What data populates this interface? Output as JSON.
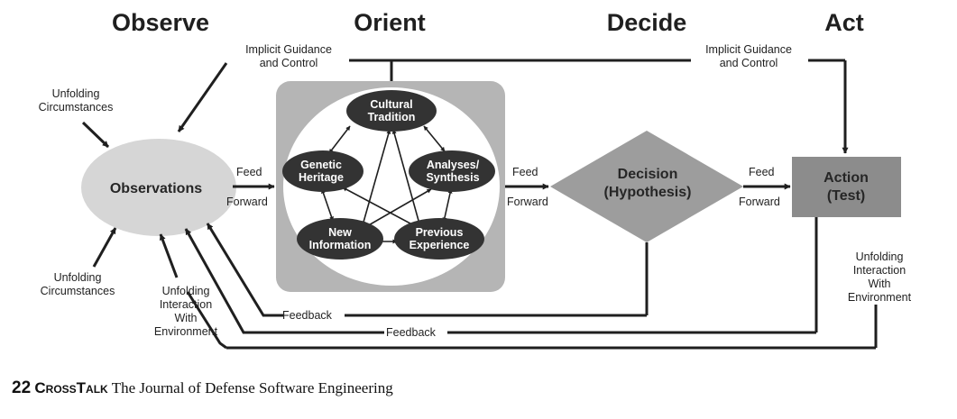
{
  "phases": {
    "observe": "Observe",
    "orient": "Orient",
    "decide": "Decide",
    "act": "Act"
  },
  "labels": {
    "guidance_left": [
      "Implicit Guidance",
      "and Control"
    ],
    "guidance_right": [
      "Implicit Guidance",
      "and Control"
    ],
    "unfolding_top": [
      "Unfolding",
      "Circumstances"
    ],
    "unfolding_bottom": [
      "Unfolding",
      "Circumstances"
    ],
    "interaction_left": [
      "Unfolding",
      "Interaction",
      "With",
      "Environment"
    ],
    "interaction_right": [
      "Unfolding",
      "Interaction",
      "With",
      "Environment"
    ],
    "feed_forward_1": [
      "Feed",
      "Forward"
    ],
    "feed_forward_2": [
      "Feed",
      "Forward"
    ],
    "feed_forward_3": [
      "Feed",
      "Forward"
    ],
    "feedback_1": "Feedback",
    "feedback_2": "Feedback"
  },
  "nodes": {
    "observations": "Observations",
    "decision": [
      "Decision",
      "(Hypothesis)"
    ],
    "action": [
      "Action",
      "(Test)"
    ]
  },
  "orient_nodes": {
    "cultural": [
      "Cultural",
      "Tradition"
    ],
    "genetic": [
      "Genetic",
      "Heritage"
    ],
    "analyses": [
      "Analyses/",
      "Synthesis"
    ],
    "new_info": [
      "New",
      "Information"
    ],
    "previous": [
      "Previous",
      "Experience"
    ]
  },
  "footer": {
    "page_number": "22",
    "magazine": "CrossTalk",
    "subtitle": "The Journal of Defense Software Engineering"
  },
  "colors": {
    "observations_fill": "#d6d6d6",
    "orient_panel": "#b5b5b5",
    "orient_inner": "#ffffff",
    "orient_node": "#333333",
    "decision_fill": "#9d9d9d",
    "action_fill": "#8c8c8c",
    "line": "#1f1f1f"
  }
}
